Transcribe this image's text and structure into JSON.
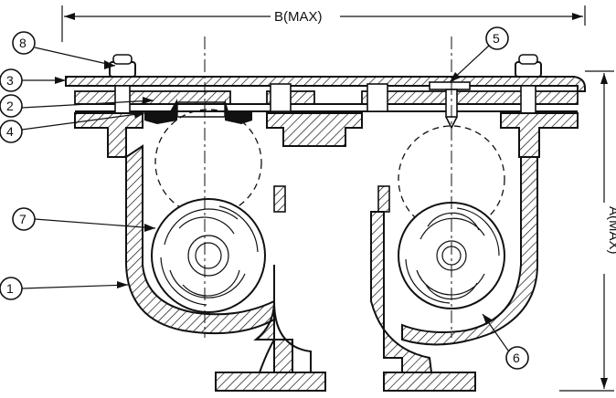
{
  "dimensions": {
    "width_label": "B(MAX)",
    "height_label": "A(MAX)"
  },
  "callouts": [
    {
      "id": "1",
      "label": "1"
    },
    {
      "id": "2",
      "label": "2"
    },
    {
      "id": "3",
      "label": "3"
    },
    {
      "id": "4",
      "label": "4"
    },
    {
      "id": "5",
      "label": "5"
    },
    {
      "id": "6",
      "label": "6"
    },
    {
      "id": "7",
      "label": "7"
    },
    {
      "id": "8",
      "label": "8"
    }
  ],
  "colors": {
    "ink": "#111111",
    "paper": "#ffffff"
  }
}
